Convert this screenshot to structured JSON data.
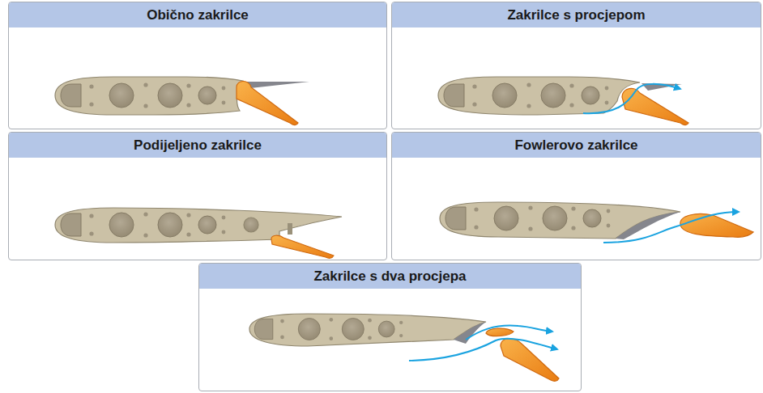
{
  "diagram": {
    "nodes": [
      {
        "text": [
          "Obično zakrilce"
        ]
      },
      {
        "text": [
          "Zakrilce s procjepom"
        ]
      },
      {
        "text": [
          "Podijeljeno zakrilce"
        ]
      },
      {
        "text": [
          "Fowlerovo zakrilce"
        ]
      },
      {
        "text": [
          "Zakrilce s dva procjepa"
        ]
      }
    ]
  }
}
